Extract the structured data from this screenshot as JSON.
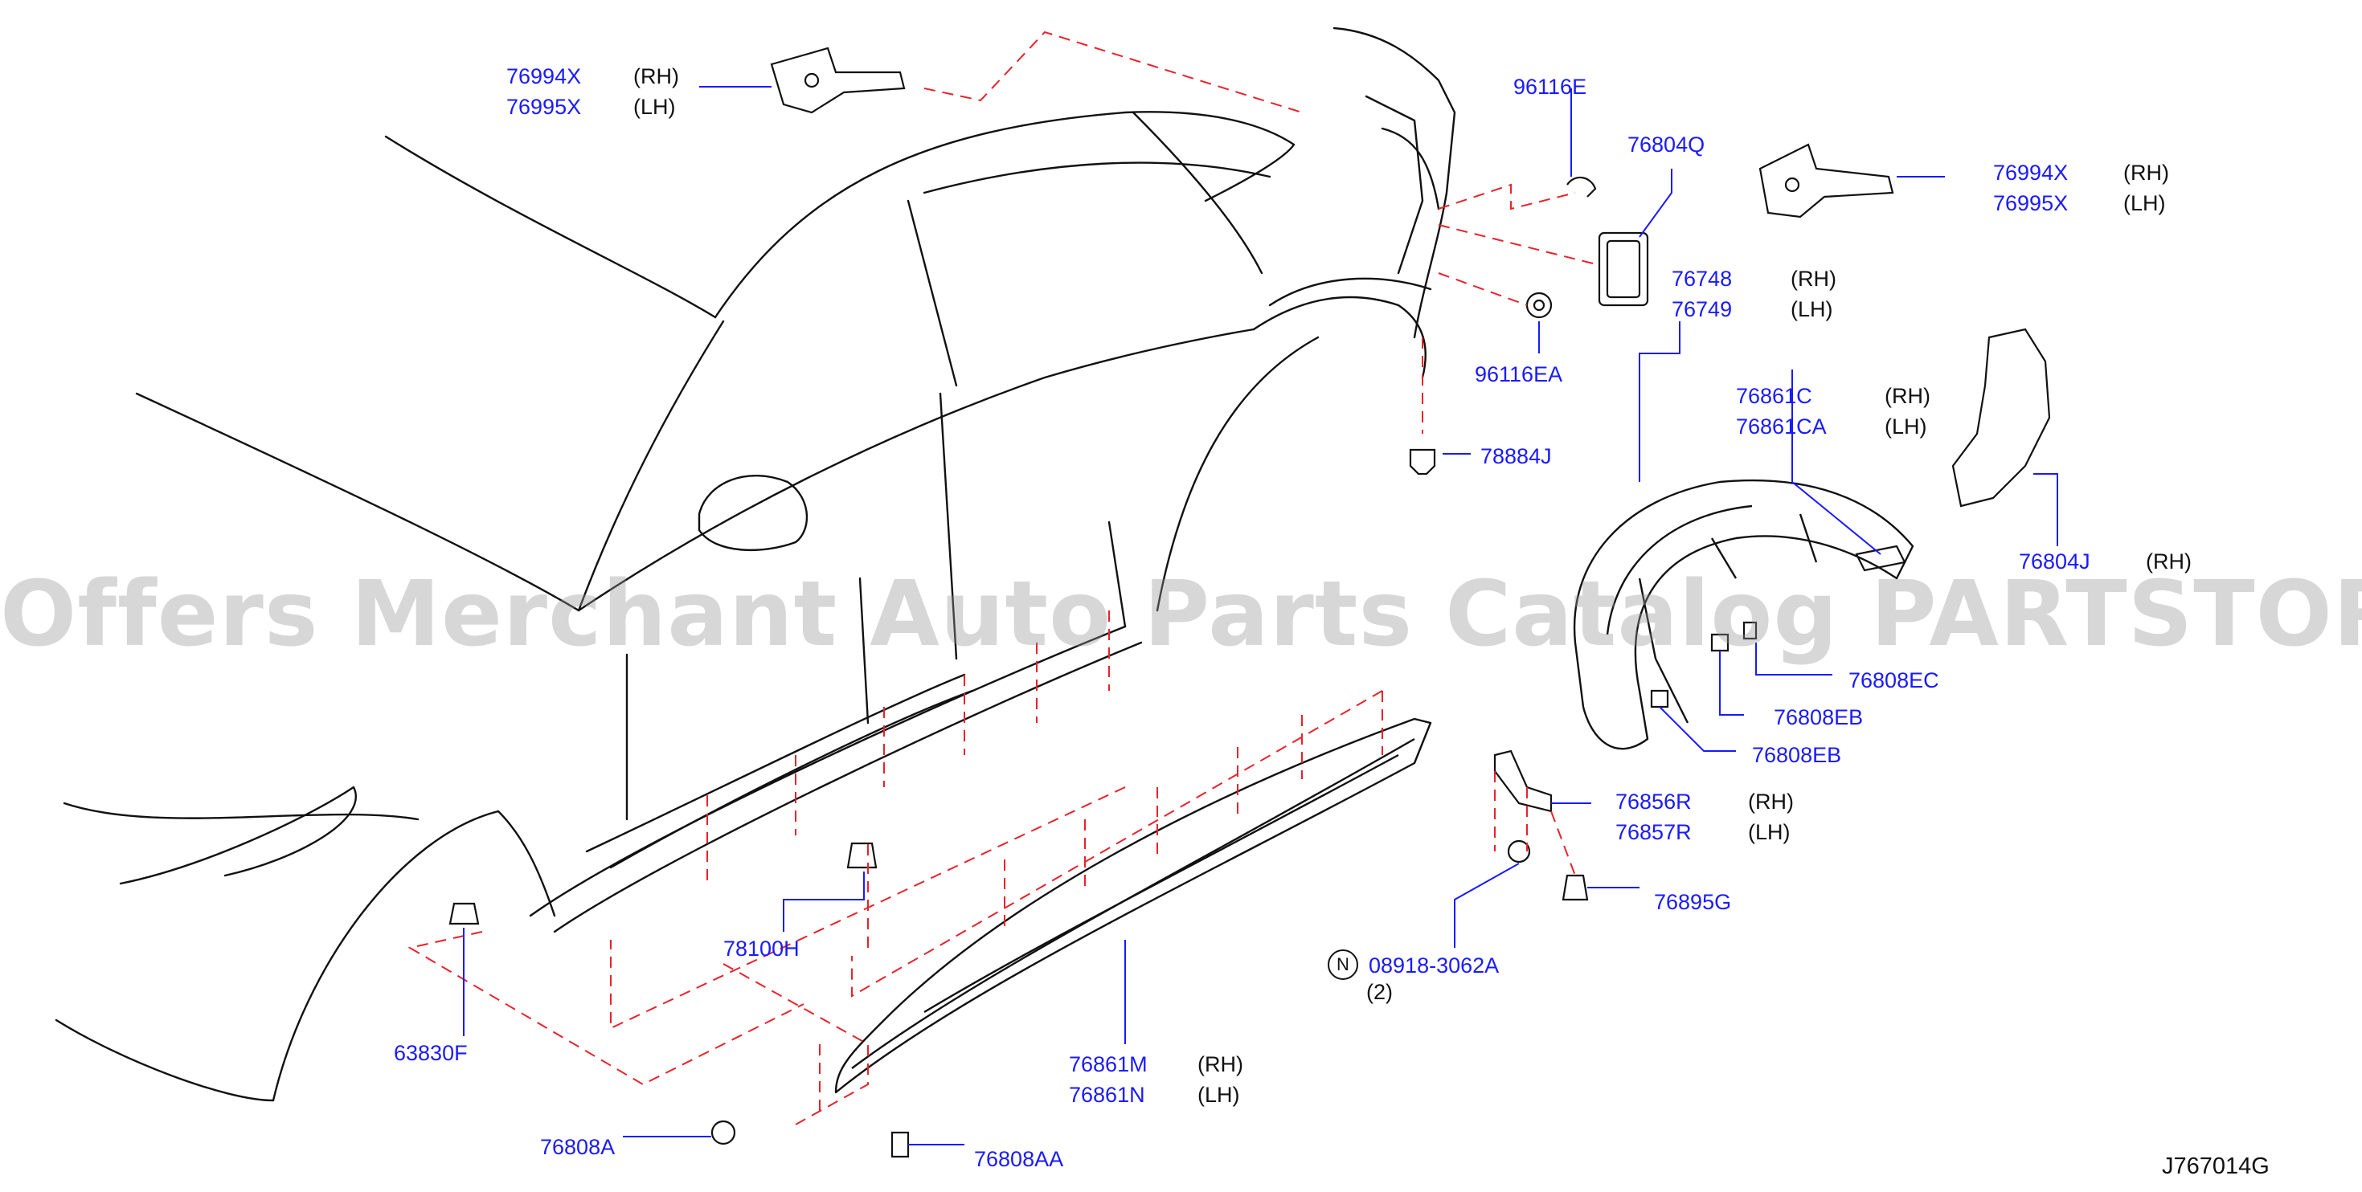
{
  "diagram": {
    "reference_code": "J767014G",
    "watermark": "Offers Merchant Auto Parts Catalog PARTSTORE.SA",
    "callouts": [
      {
        "id": "76994X-tl",
        "part": "76994X",
        "side": "(RH)"
      },
      {
        "id": "76995X-tl",
        "part": "76995X",
        "side": "(LH)"
      },
      {
        "id": "96116E",
        "part": "96116E",
        "side": ""
      },
      {
        "id": "76804Q",
        "part": "76804Q",
        "side": ""
      },
      {
        "id": "76994X-tr",
        "part": "76994X",
        "side": "(RH)"
      },
      {
        "id": "76995X-tr",
        "part": "76995X",
        "side": "(LH)"
      },
      {
        "id": "76748",
        "part": "76748",
        "side": "(RH)"
      },
      {
        "id": "76749",
        "part": "76749",
        "side": "(LH)"
      },
      {
        "id": "96116EA",
        "part": "96116EA",
        "side": ""
      },
      {
        "id": "76861C",
        "part": "76861C",
        "side": "(RH)"
      },
      {
        "id": "76861CA",
        "part": "76861CA",
        "side": "(LH)"
      },
      {
        "id": "78884J",
        "part": "78884J",
        "side": ""
      },
      {
        "id": "76804J",
        "part": "76804J",
        "side": "(RH)"
      },
      {
        "id": "76808EC",
        "part": "76808EC",
        "side": ""
      },
      {
        "id": "76808EB-1",
        "part": "76808EB",
        "side": ""
      },
      {
        "id": "76808EB-2",
        "part": "76808EB",
        "side": ""
      },
      {
        "id": "76856R",
        "part": "76856R",
        "side": "(RH)"
      },
      {
        "id": "76857R",
        "part": "76857R",
        "side": "(LH)"
      },
      {
        "id": "78100H",
        "part": "78100H",
        "side": ""
      },
      {
        "id": "76895G",
        "part": "76895G",
        "side": ""
      },
      {
        "id": "08918-3062A",
        "part": "08918-3062A",
        "side": ""
      },
      {
        "id": "63830F",
        "part": "63830F",
        "side": ""
      },
      {
        "id": "76861M",
        "part": "76861M",
        "side": "(RH)"
      },
      {
        "id": "76861N",
        "part": "76861N",
        "side": "(LH)"
      },
      {
        "id": "76808A",
        "part": "76808A",
        "side": ""
      },
      {
        "id": "76808AA",
        "part": "76808AA",
        "side": ""
      }
    ],
    "note_symbol": "N",
    "quantity_note": "(2)"
  },
  "colors": {
    "callout_text": "#1a1aff",
    "callout_line": "#1a1aff",
    "drawing_line": "#111111",
    "hidden_line": "#e8222b"
  }
}
